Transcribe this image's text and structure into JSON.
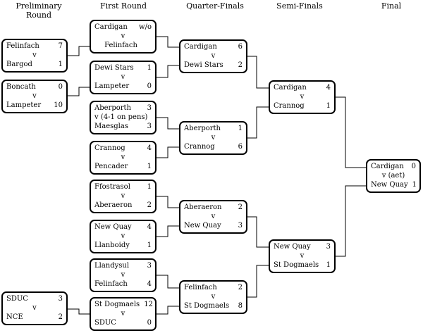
{
  "headers": {
    "preliminary": "Preliminary\nRound",
    "first": "First Round",
    "quarter": "Quarter-Finals",
    "semi": "Semi-Finals",
    "final": "Final"
  },
  "preliminary": [
    {
      "team1": "Felinfach",
      "score1": "7",
      "sep": "v",
      "team2": "Bargod",
      "score2": "1"
    },
    {
      "team1": "Boncath",
      "score1": "0",
      "sep": "v",
      "team2": "Lampeter",
      "score2": "10"
    },
    {
      "team1": "SDUC",
      "score1": "3",
      "sep": "v",
      "team2": "NCE",
      "score2": "2"
    }
  ],
  "first_round": [
    {
      "team1": "Cardigan",
      "score1": "w/o",
      "sep": "v",
      "team2": "Felinfach",
      "score2": ""
    },
    {
      "team1": "Dewi Stars",
      "score1": "1",
      "sep": "v",
      "team2": "Lampeter",
      "score2": "0"
    },
    {
      "team1": "Aberporth",
      "score1": "3",
      "sep": "v (4-1 on pens)",
      "team2": "Maesglas",
      "score2": "3"
    },
    {
      "team1": "Crannog",
      "score1": "4",
      "sep": "v",
      "team2": "Pencader",
      "score2": "1"
    },
    {
      "team1": "Ffostrasol",
      "score1": "1",
      "sep": "v",
      "team2": "Aberaeron",
      "score2": "2"
    },
    {
      "team1": "New Quay",
      "score1": "4",
      "sep": "v",
      "team2": "Llanboidy",
      "score2": "1"
    },
    {
      "team1": "Llandysul",
      "score1": "3",
      "sep": "v",
      "team2": "Felinfach",
      "score2": "4"
    },
    {
      "team1": "St Dogmaels",
      "score1": "12",
      "sep": "v",
      "team2": "SDUC",
      "score2": "0"
    }
  ],
  "quarter_finals": [
    {
      "team1": "Cardigan",
      "score1": "6",
      "sep": "v",
      "team2": "Dewi Stars",
      "score2": "2"
    },
    {
      "team1": "Aberporth",
      "score1": "1",
      "sep": "v",
      "team2": "Crannog",
      "score2": "6"
    },
    {
      "team1": "Aberaeron",
      "score1": "2",
      "sep": "v",
      "team2": "New Quay",
      "score2": "3"
    },
    {
      "team1": "Felinfach",
      "score1": "2",
      "sep": "v",
      "team2": "St Dogmaels",
      "score2": "8"
    }
  ],
  "semi_finals": [
    {
      "team1": "Cardigan",
      "score1": "4",
      "sep": "v",
      "team2": "Crannog",
      "score2": "1"
    },
    {
      "team1": "New Quay",
      "score1": "3",
      "sep": "v",
      "team2": "St Dogmaels",
      "score2": "1"
    }
  ],
  "final": [
    {
      "team1": "Cardigan",
      "score1": "0",
      "sep": "v (aet)",
      "team2": "New Quay",
      "score2": "1"
    }
  ]
}
